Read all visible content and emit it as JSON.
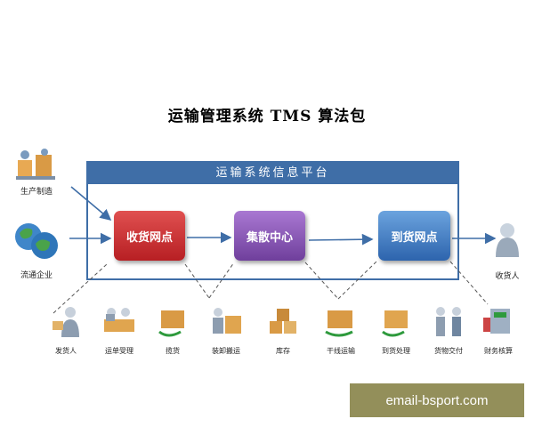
{
  "title": "运输管理系统  TMS 算法包",
  "platform": {
    "header": "运输系统信息平台",
    "border_color": "#3f6ea7"
  },
  "nodes": [
    {
      "label": "收货网点",
      "color": "#c9282d"
    },
    {
      "label": "集散中心",
      "color": "#8a56b8"
    },
    {
      "label": "到货网点",
      "color": "#3f7dc9"
    }
  ],
  "left_actors": [
    {
      "label": "生产制造",
      "icon": "factory-icon"
    },
    {
      "label": "流通企业",
      "icon": "globe-icon"
    }
  ],
  "right_actor": {
    "label": "收货人",
    "icon": "person-icon"
  },
  "process_steps": [
    {
      "label": "发货人",
      "icon": "sender-icon"
    },
    {
      "label": "运单受理",
      "icon": "order-desk-icon"
    },
    {
      "label": "揽货",
      "icon": "pickup-icon"
    },
    {
      "label": "装卸搬运",
      "icon": "handling-icon"
    },
    {
      "label": "库存",
      "icon": "storage-icon"
    },
    {
      "label": "干线运输",
      "icon": "transport-icon"
    },
    {
      "label": "到货处理",
      "icon": "arrival-icon"
    },
    {
      "label": "货物交付",
      "icon": "delivery-icon"
    },
    {
      "label": "财务核算",
      "icon": "finance-icon"
    }
  ],
  "watermark": "email-bsport.com"
}
